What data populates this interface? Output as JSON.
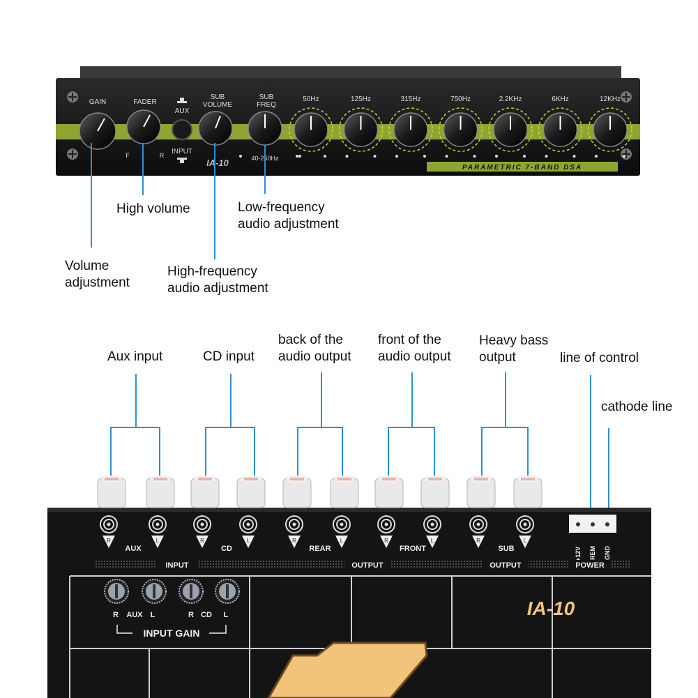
{
  "front_panel": {
    "model": "IA-10",
    "band_label": "PARAMETRIC 7-BAND DSA",
    "knobs": {
      "gain": "GAIN",
      "fader": "FADER",
      "fader_f": "F",
      "fader_r": "R",
      "aux": "AUX",
      "input": "INPUT",
      "sub_volume": "SUB\nVOLUME",
      "sub_freq": "SUB\nFREQ",
      "sub_freq_range": "40-250Hz"
    },
    "eq_bands": [
      "50Hz",
      "125Hz",
      "315Hz",
      "750Hz",
      "2.2KHz",
      "6KHz",
      "12KHz"
    ]
  },
  "callouts_top": {
    "volume_adjustment": "Volume\nadjustment",
    "high_volume": "High volume",
    "high_freq": "High-frequency\naudio adjustment",
    "low_freq": "Low-frequency\naudio adjustment"
  },
  "callouts_bottom": {
    "aux_input": "Aux input",
    "cd_input": "CD input",
    "rear_output": "back of the\naudio output",
    "front_output": "front of the\naudio output",
    "sub_output": "Heavy bass\noutput",
    "control_line": "line of control",
    "cathode_line": "cathode line"
  },
  "rear_panel": {
    "jack_labels": {
      "aux": "AUX",
      "cd": "CD",
      "rear": "REAR",
      "front": "FRONT",
      "sub": "SUB",
      "r": "R",
      "l": "L"
    },
    "section_labels": {
      "input": "INPUT",
      "output1": "OUTPUT",
      "output2": "OUTPUT",
      "power": "POWER"
    },
    "power_pins": [
      "+12V",
      "REM",
      "GND"
    ],
    "gain_labels": {
      "title": "INPUT GAIN",
      "r1": "R",
      "aux": "AUX",
      "l1": "L",
      "r2": "R",
      "cd": "CD",
      "l2": "L"
    },
    "model": "IA-10"
  }
}
